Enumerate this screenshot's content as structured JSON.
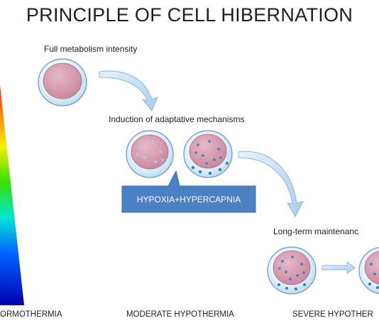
{
  "title": "PRINCIPLE OF CELL HIBERNATION",
  "stages": {
    "full": "Full metabolism intensity",
    "induction": "Induction of adaptative mechanisms",
    "longterm": "Long-term maintenanc"
  },
  "callout": "HYPOXIA+HYPERCAPNIA",
  "temperatures": {
    "normo": "ORMOTHERMIA",
    "moderate": "MODERATE HYPOTHERMIA",
    "severe": "SEVERE HYPOTHER"
  },
  "colors": {
    "cell_fill": "#cc8fa6",
    "membrane": "#bfe0f2",
    "outline": "#6c8ec2",
    "dots": "#2b7fb8",
    "callout_fill": "#4a80c4",
    "arrow": "#bcd8ef"
  }
}
